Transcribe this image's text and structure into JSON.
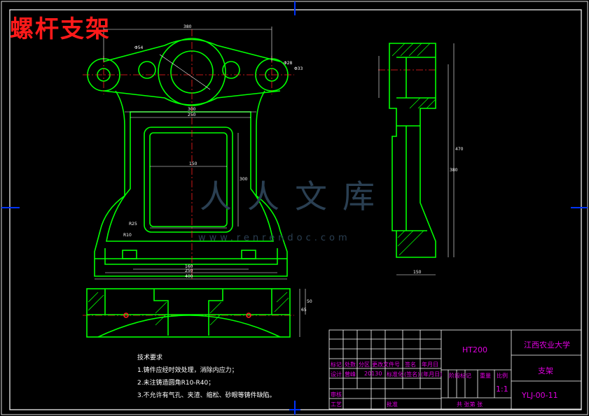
{
  "drawing_title": "螺杆支架",
  "tech_requirements": {
    "heading": "技术要求",
    "items": [
      "1.铸件应经时效处理，消除内应力；",
      "2.未注铸造圆角R10-R40；",
      "3.不允许有气孔、夹渣、缩松、砂眼等铸件缺陷。"
    ]
  },
  "title_block": {
    "material": "HT200",
    "school": "江西农业大学",
    "part_name": "支架",
    "drawing_no": "YLJ-00-11",
    "scale_value": "1:1",
    "labels": {
      "mark": "标记",
      "count": "处数",
      "zone": "分区",
      "change_doc": "更改文件号",
      "sign": "签名",
      "date": "年月日",
      "design": "设计",
      "design_name": "曾峰",
      "design_date": "20130",
      "standardize": "标准化",
      "sign2": "(签名)",
      "date2": "(年月日)",
      "stage_mark": "阶段标记",
      "weight": "重量",
      "scale": "比例",
      "review": "审核",
      "process": "工艺",
      "approve": "批准",
      "sheets": "共   张第   张"
    }
  },
  "dimensions": {
    "top_width": "380",
    "mid_width1": "300",
    "mid_width2": "250",
    "bottom1": "160",
    "bottom2": "250",
    "bottom3": "400",
    "inner_height": "300",
    "inner_width": "150",
    "r_large": "R25",
    "r_small": "R10",
    "phi1": "Φ54",
    "phi2": "Φ28",
    "phi3": "Φ33",
    "side_h1": "470",
    "side_h2": "380",
    "side_w": "150",
    "bot_h1": "65",
    "bot_h2": "50"
  },
  "watermark": {
    "text": "人人文库",
    "url": "www.renrendoc.com"
  },
  "colors": {
    "background": "#000000",
    "outline": "#00ff00",
    "dims": "#ffffff",
    "center": "#ff2020",
    "frame": "#ffffff",
    "accent": "#0033ff",
    "titleblock": "#e000e0",
    "title": "#ff1a1a"
  }
}
